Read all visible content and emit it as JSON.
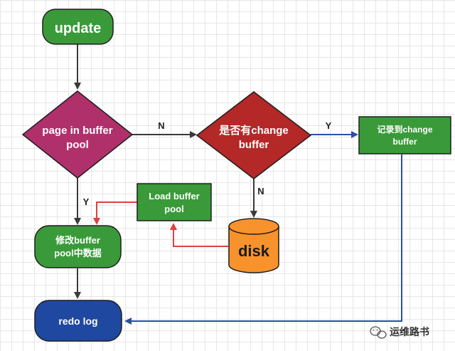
{
  "nodes": {
    "update": "update",
    "page_in_buffer_pool": [
      "page in buffer",
      "pool"
    ],
    "has_change_buffer": [
      "是否有change",
      "buffer"
    ],
    "record_change_buffer": [
      "记录到change",
      "buffer"
    ],
    "load_buffer_pool": [
      "Load buffer",
      "pool"
    ],
    "modify_buffer_pool": [
      "修改buffer",
      "pool中数据"
    ],
    "disk": "disk",
    "redo_log": "redo log"
  },
  "edge_labels": {
    "n1": "N",
    "y1": "Y",
    "y2": "Y",
    "n2": "N"
  },
  "watermark": "运维路书",
  "colors": {
    "green": "#3a9a3a",
    "magenta": "#b0306c",
    "red": "#b52828",
    "orange": "#f7922d",
    "blue": "#1f48a0",
    "arrow_dark": "#3a3a3a",
    "arrow_blue": "#2a4fa8",
    "arrow_red": "#e04040"
  }
}
